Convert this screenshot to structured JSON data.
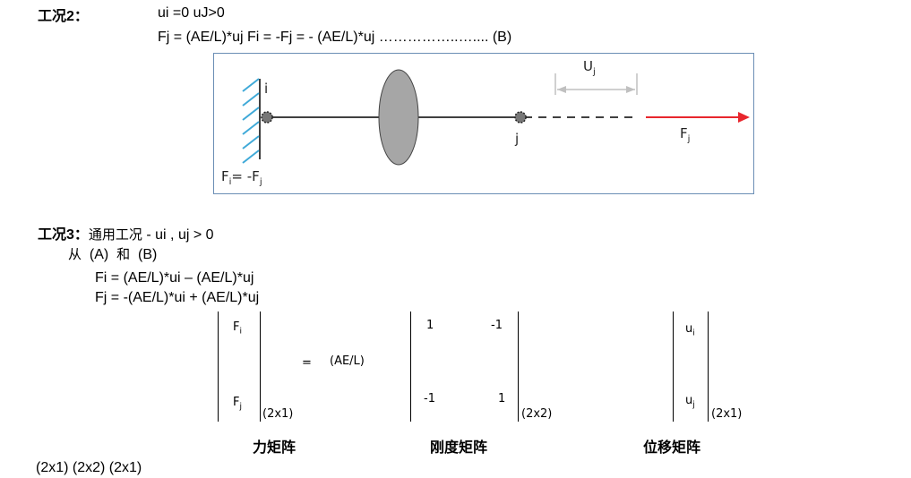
{
  "case2": {
    "label": "工况2",
    "colon": "：",
    "condition": "ui =0 uJ>0",
    "equation": "Fj = (AE/L)*uj Fi = -Fj = - (AE/L)*uj ……………..….... (B)"
  },
  "diagram": {
    "node_i": "i",
    "node_j": "j",
    "disp_label": "U",
    "disp_sub": "j",
    "force_label": "F",
    "force_sub": "j",
    "fi_label": "F",
    "fi_sub": "i",
    "fi_eq": "= -F",
    "fi_eq_sub": "j",
    "colors": {
      "arrow": "#e8262d",
      "wall_hatch": "#3fa9d8",
      "disc": "#a6a6a6",
      "box_border": "#6b8eb5"
    }
  },
  "case3": {
    "label": "工况3",
    "colon": "：",
    "title_cn": "通用工况",
    "title_rest": " - ui , uj > 0",
    "from_text": "从",
    "from_a": "(A)",
    "and_text": "和",
    "from_b": "(B)",
    "eq1": "Fi = (AE/L)*ui – (AE/L)*uj",
    "eq2": "Fj = -(AE/L)*ui + (AE/L)*uj"
  },
  "matrix": {
    "force_top": "F",
    "force_top_sub": "i",
    "force_bottom": "F",
    "force_bottom_sub": "j",
    "force_dim": "(2x1)",
    "equals": "=",
    "factor": "(AE/L)",
    "k11": "1",
    "k12": "-1",
    "k21": "-1",
    "k22": "1",
    "k_dim": "(2x2)",
    "disp_top": "u",
    "disp_top_sub": "i",
    "disp_bottom": "u",
    "disp_bottom_sub": "j",
    "disp_dim": "(2x1)",
    "caption_force": "力矩阵",
    "caption_stiffness": "刚度矩阵",
    "caption_disp": "位移矩阵"
  },
  "footer": {
    "dims": "(2x1) (2x2) (2x1)"
  }
}
